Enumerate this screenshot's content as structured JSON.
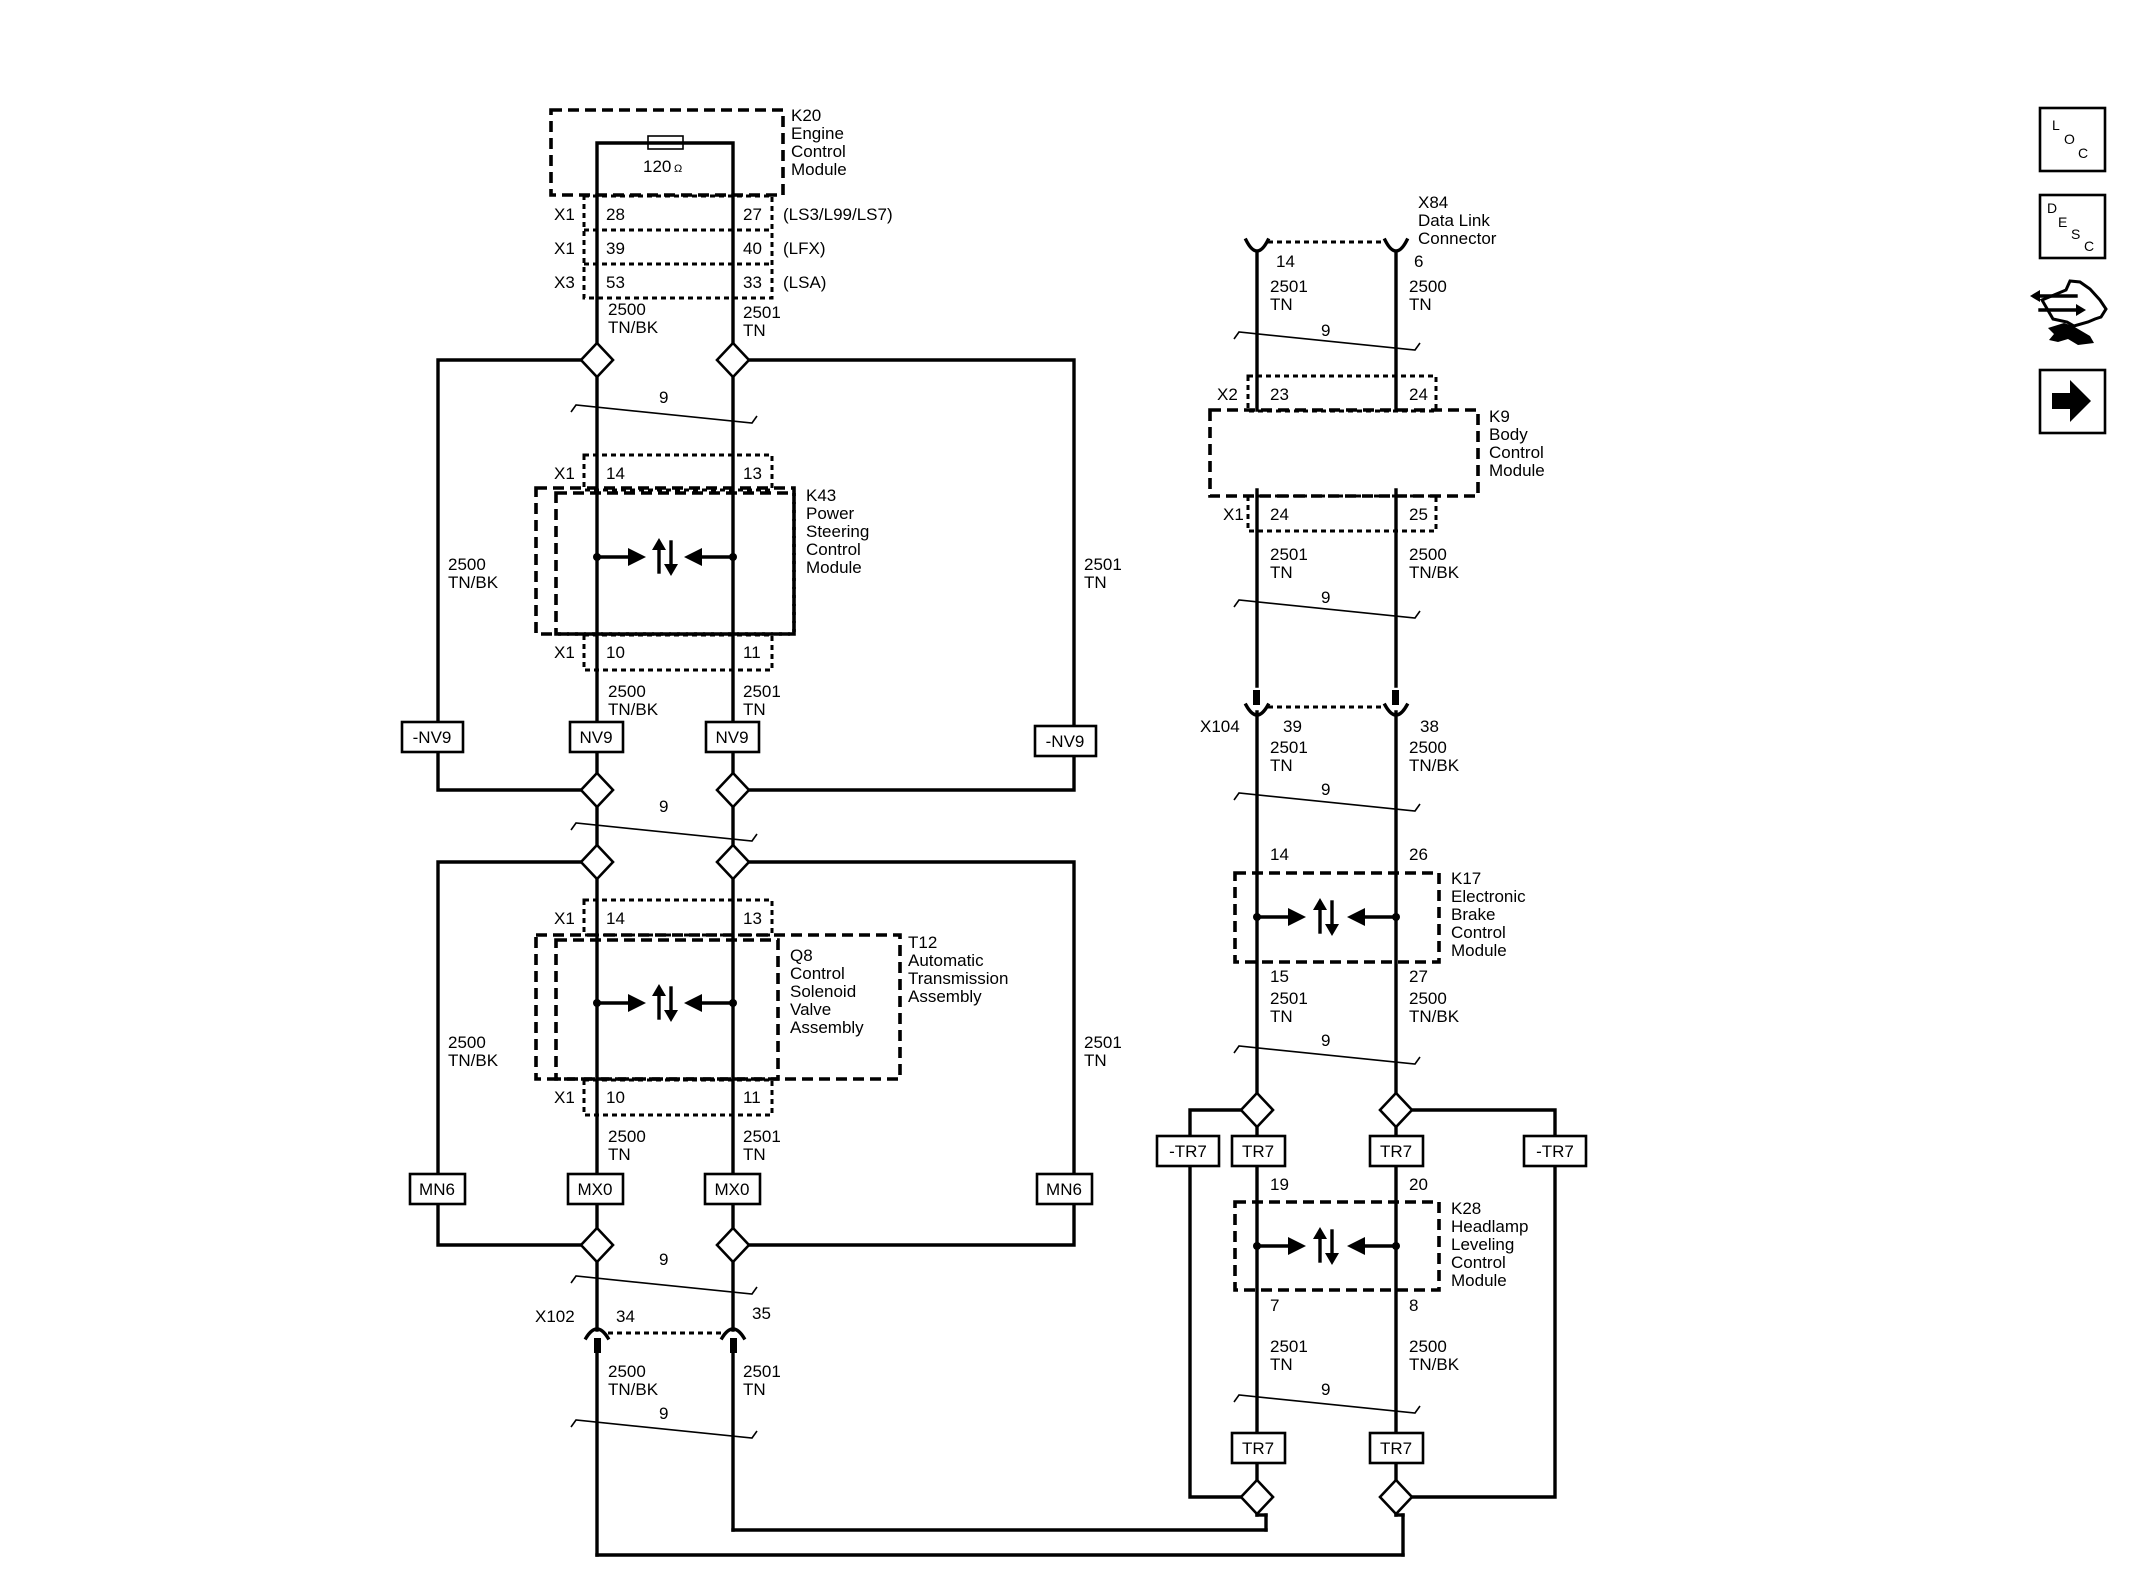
{
  "ecm": {
    "id": "K20",
    "lines": [
      "Engine",
      "Control",
      "Module"
    ],
    "resistor": "120 Ω",
    "resistor_num": "120",
    "resistor_unit": "Ω",
    "rows": [
      {
        "conn": "X1",
        "left": "28",
        "right": "27",
        "note": "(LS3/L99/LS7)"
      },
      {
        "conn": "X1",
        "left": "39",
        "right": "40",
        "note": "(LFX)"
      },
      {
        "conn": "X3",
        "left": "53",
        "right": "33",
        "note": "(LSA)"
      }
    ]
  },
  "wires": {
    "a": "2500",
    "a_color": "TN/BK",
    "b": "2501",
    "b_color": "TN",
    "a_tn": "TN"
  },
  "twist": "9",
  "k43": {
    "id": "K43",
    "lines": [
      "Power",
      "Steering",
      "Control",
      "Module"
    ],
    "conn": "X1",
    "top_left": "14",
    "top_right": "13",
    "bot_left": "10",
    "bot_right": "11"
  },
  "q8": {
    "id": "Q8",
    "lines": [
      "Control",
      "Solenoid",
      "Valve",
      "Assembly"
    ],
    "conn": "X1",
    "top_left": "14",
    "top_right": "13",
    "bot_left": "10",
    "bot_right": "11"
  },
  "t12": {
    "id": "T12",
    "lines": [
      "Automatic",
      "Transmission",
      "Assembly"
    ]
  },
  "options": {
    "nv9": "NV9",
    "not_nv9": "-NV9",
    "mn6": "MN6",
    "mx0": "MX0",
    "tr7": "TR7",
    "not_tr7": "-TR7"
  },
  "x102": {
    "id": "X102",
    "left": "34",
    "right": "35"
  },
  "x84": {
    "id": "X84",
    "lines": [
      "Data Link",
      "Connector"
    ],
    "left": "14",
    "right": "6"
  },
  "k9": {
    "id": "K9",
    "lines": [
      "Body",
      "Control",
      "Module"
    ],
    "conn_top": "X2",
    "top_left": "23",
    "top_right": "24",
    "conn_bot": "X1",
    "bot_left": "24",
    "bot_right": "25"
  },
  "x104": {
    "id": "X104",
    "left": "39",
    "right": "38"
  },
  "k17": {
    "id": "K17",
    "lines": [
      "Electronic",
      "Brake",
      "Control",
      "Module"
    ],
    "top_left": "14",
    "top_right": "26",
    "bot_left": "15",
    "bot_right": "27"
  },
  "k28": {
    "id": "K28",
    "lines": [
      "Headlamp",
      "Leveling",
      "Control",
      "Module"
    ],
    "top_left": "19",
    "top_right": "20",
    "bot_left": "7",
    "bot_right": "8"
  },
  "nav": {
    "loc": [
      "L",
      "O",
      "C"
    ],
    "desc": [
      "D",
      "E",
      "S",
      "C"
    ]
  },
  "colors": {
    "line": "#000000",
    "background": "#ffffff"
  }
}
